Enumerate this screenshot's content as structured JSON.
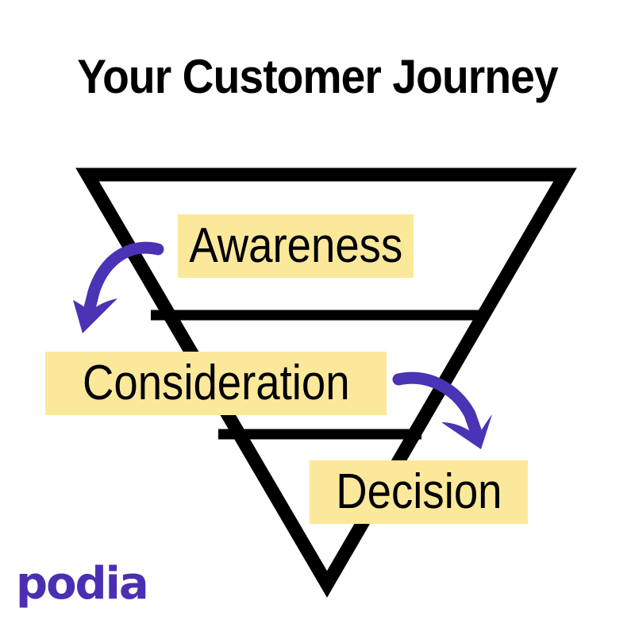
{
  "title": "Your Customer Journey",
  "stages": [
    {
      "label": "Awareness"
    },
    {
      "label": "Consideration"
    },
    {
      "label": "Decision"
    }
  ],
  "logo": "podia",
  "colors": {
    "highlight": "#fbe89b",
    "arrow": "#4a33b4",
    "funnel": "#000000",
    "logo": "#4a2fb3"
  },
  "icons": [
    "curved-arrow-down-left-icon",
    "curved-arrow-down-right-icon"
  ]
}
